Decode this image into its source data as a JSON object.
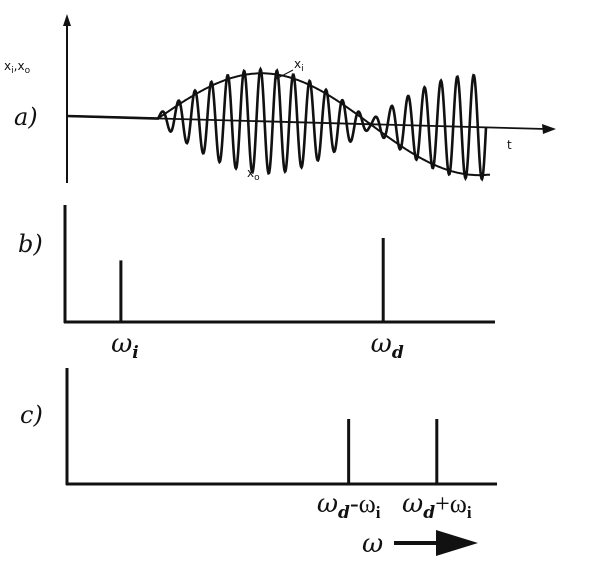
{
  "panel_a": {
    "label": "a)",
    "y_axis_label_main": "x",
    "y_axis_sub_1": "i",
    "y_axis_sep": ",",
    "y_axis_sub_2": "o",
    "t_label": "t",
    "xi_label_main": "x",
    "xi_label_sub": "i",
    "xo_label_main": "x",
    "xo_label_sub": "o"
  },
  "panel_b": {
    "label": "b)",
    "lines": [
      {
        "name": "omega-i",
        "sym": "ω",
        "sub": "i",
        "freq": 0.13,
        "height": 0.55
      },
      {
        "name": "omega-d",
        "sym": "ω",
        "sub": "d",
        "freq": 0.74,
        "height": 0.75
      }
    ]
  },
  "panel_c": {
    "label": "c)",
    "lines": [
      {
        "name": "omega-d-minus-omega-i",
        "sym": "ω",
        "sub": "d",
        "op": "-ω",
        "opsub": "i",
        "freq": 0.655,
        "height": 0.58
      },
      {
        "name": "omega-d-plus-omega-i",
        "sym": "ω",
        "sub": "d",
        "op": "+ω",
        "opsub": "i",
        "freq": 0.86,
        "height": 0.58
      }
    ]
  },
  "omega_axis": {
    "label": "ω"
  },
  "colors": {
    "ink": "#111111",
    "background": "#ffffff"
  }
}
